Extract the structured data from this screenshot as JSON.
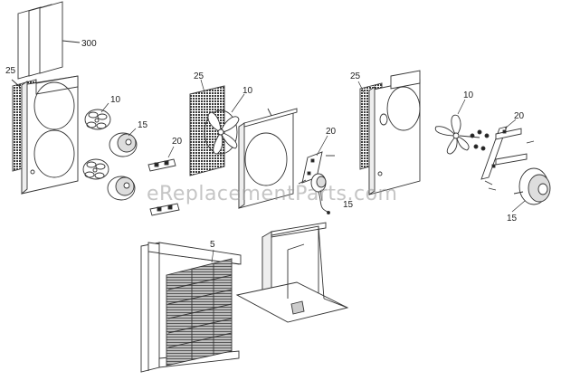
{
  "diagram": {
    "part_labels": {
      "filter_300": "300",
      "grille_left": "25",
      "fan_left": "10",
      "motor_left": "15",
      "bracket_left": "20",
      "grille_mid": "25",
      "fan_mid": "10",
      "bracket_mid": "20",
      "motor_mid": "15",
      "grille_right": "25",
      "fan_right": "10",
      "bracket_right": "20",
      "motor_right": "15",
      "coil_bottom": "5"
    },
    "watermark": "eReplacementParts.com"
  }
}
